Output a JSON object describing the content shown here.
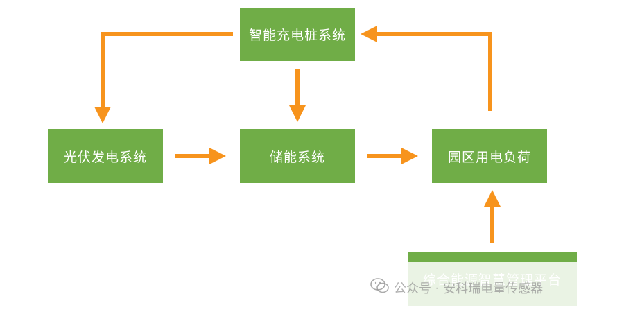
{
  "colors": {
    "node": "#70ad47",
    "arrow": "#f7941d",
    "node_text": "#ffffff"
  },
  "nodes": {
    "charging": "智能充电桩系统",
    "pv": "光伏发电系统",
    "storage": "储能系统",
    "load": "园区用电负荷",
    "platform": "综合能源智慧管理平台"
  },
  "watermark": {
    "icon": "wechat-icon",
    "text": "公众号 · 安科瑞电量传感器"
  }
}
